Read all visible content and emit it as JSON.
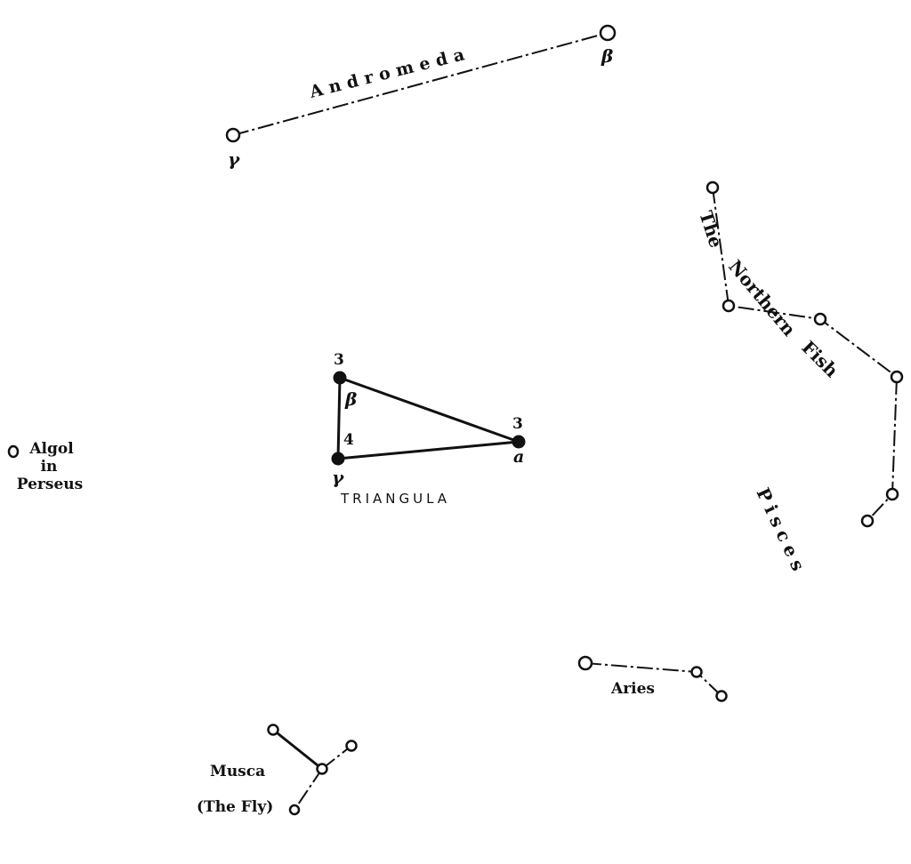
{
  "andromeda": {
    "name": "Andromeda",
    "beta": "β",
    "gamma": "γ"
  },
  "pisces": {
    "the": "The",
    "northern": "Northern",
    "fish": "Fish",
    "name": "Pisces"
  },
  "triangula": {
    "name": "TRIANGULA",
    "beta_mag": "3",
    "beta": "β",
    "gamma_mag": "4",
    "gamma": "γ",
    "alpha_mag": "3",
    "alpha": "a"
  },
  "algol": {
    "line1": "Algol",
    "line2": "in",
    "line3": "Perseus"
  },
  "aries": {
    "name": "Aries"
  },
  "musca": {
    "name": "Musca",
    "subtitle": "(The Fly)"
  }
}
